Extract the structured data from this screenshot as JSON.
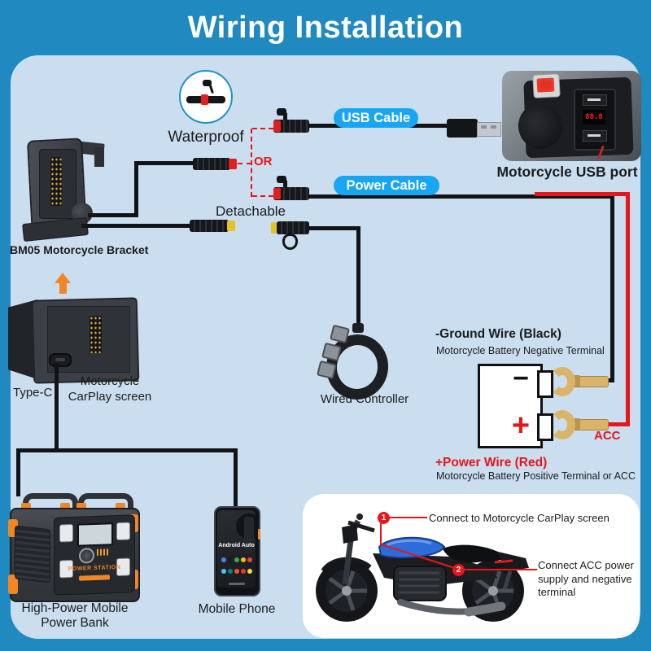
{
  "header": {
    "title": "Wiring Installation"
  },
  "colors": {
    "frame_blue": "#2089c0",
    "content_bg": "#cadeef",
    "pill_blue": "#18a6f2",
    "accent_red": "#e8151a",
    "accent_orange": "#f08723",
    "terminal_gold": "#d9b469"
  },
  "labels": {
    "waterproof": "Waterproof",
    "or": "OR",
    "usb_cable": "USB Cable",
    "power_cable": "Power Cable",
    "usb_port": "Motorcycle USB port",
    "bracket": "BM05 Motorcycle Bracket",
    "detachable": "Detachable",
    "type_c": "Type-C",
    "carplay1": "Motorcycle",
    "carplay2": "CarPlay screen",
    "controller": "Wired Controller",
    "ground_title": "-Ground Wire (Black)",
    "ground_sub": "Motorcycle Battery Negative Terminal",
    "power_title": "+Power Wire (Red)",
    "power_sub": "Motorcycle Battery Positive Terminal or ACC",
    "acc": "ACC",
    "minus": "−",
    "plus": "+",
    "power_bank1": "High-Power Mobile",
    "power_bank2": "Power Bank",
    "phone": "Mobile Phone",
    "phone_screen": "Android Auto",
    "power_station": "POWER STATION",
    "display_digits": "88.8"
  },
  "callouts": {
    "n1": "1",
    "t1": "Connect to Motorcycle CarPlay screen",
    "n2": "2",
    "t2": "Connect ACC power supply and negative terminal"
  }
}
